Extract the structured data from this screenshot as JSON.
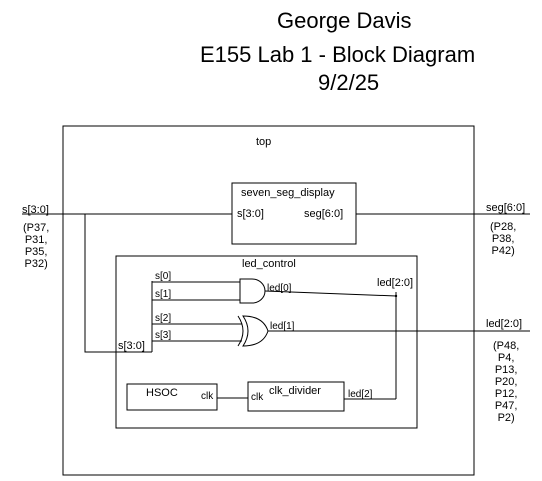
{
  "title": {
    "author": "George Davis",
    "name": "E155 Lab 1 - Block Diagram",
    "date": "9/2/25"
  },
  "blocks": {
    "top": "top",
    "seven_seg": "seven_seg_display",
    "led_control": "led_control",
    "hsoc": "HSOC",
    "clk_divider": "clk_divider"
  },
  "ports": {
    "top_s_in": "s[3:0]",
    "top_seg_out": "seg[6:0]",
    "top_led_out": "led[2:0]",
    "seven_s_in": "s[3:0]",
    "seven_seg_out": "seg[6:0]",
    "lc_s_in": "s[3:0]",
    "s0": "s[0]",
    "s1": "s[1]",
    "s2": "s[2]",
    "s3": "s[3]",
    "led0": "led[0]",
    "led1": "led[1]",
    "led2": "led[2]",
    "led_bus": "led[2:0]",
    "hsoc_clk": "clk",
    "div_clk": "clk"
  },
  "pins": {
    "s": "(P37,\nP31,\nP35,\nP32)",
    "seg": "(P28,\nP38,\nP42)",
    "led": "(P48,\nP4,\nP13,\nP20,\nP12,\nP47,\nP2)"
  }
}
